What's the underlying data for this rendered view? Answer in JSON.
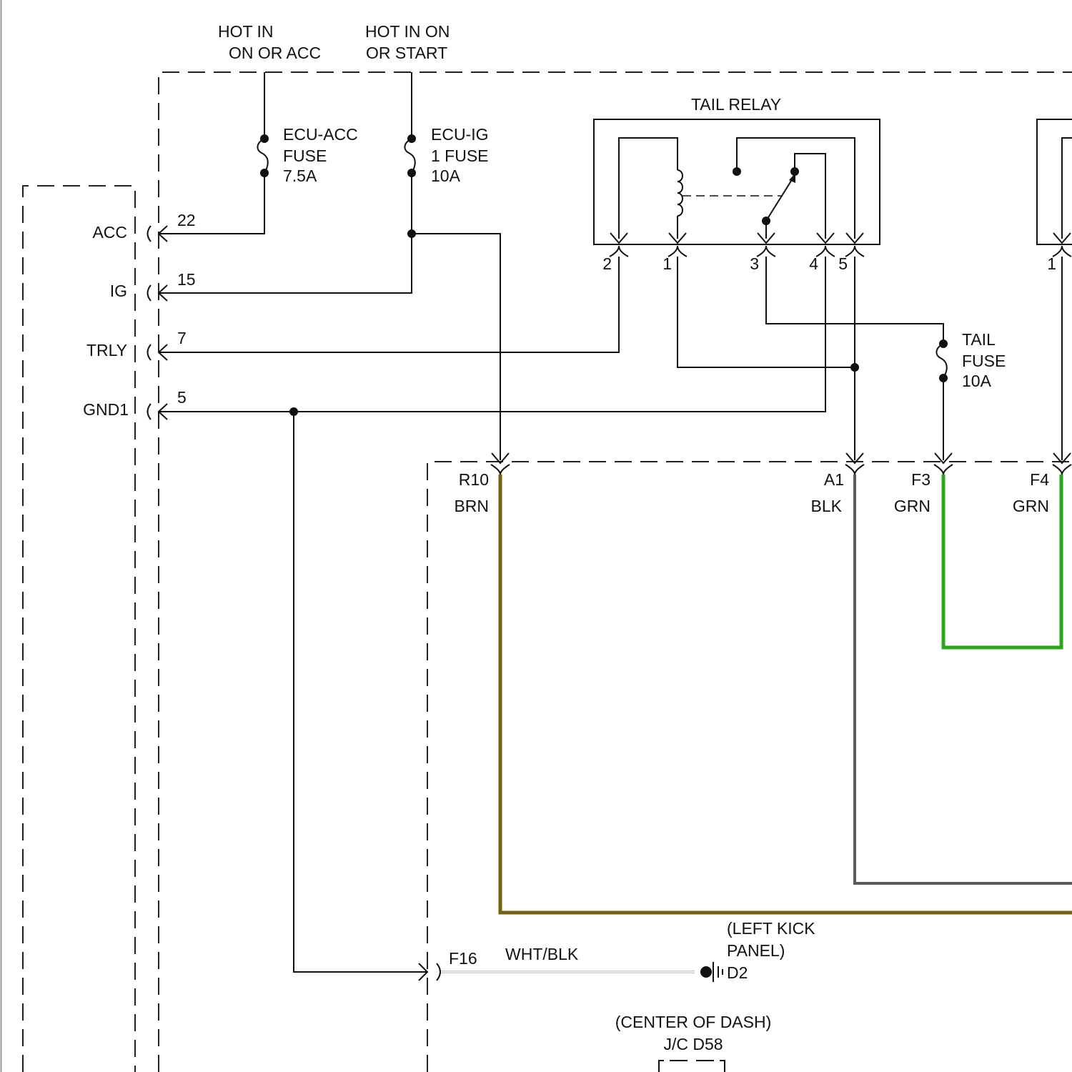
{
  "sources": {
    "acc_line1": "HOT IN",
    "acc_line2": "ON OR ACC",
    "ig_line1": "HOT IN ON",
    "ig_line2": "OR START"
  },
  "fuses": {
    "ecu_acc": {
      "line1": "ECU-ACC",
      "line2": "FUSE",
      "line3": "7.5A"
    },
    "ecu_ig": {
      "line1": "ECU-IG",
      "line2": "1 FUSE",
      "line3": "10A"
    },
    "tail": {
      "line1": "TAIL",
      "line2": "FUSE",
      "line3": "10A"
    }
  },
  "relay": {
    "title": "TAIL RELAY",
    "pins": [
      "2",
      "1",
      "3",
      "4",
      "5"
    ],
    "second_relay_pin": "1"
  },
  "ecu_terminals": [
    {
      "name": "ACC",
      "pin": "22"
    },
    {
      "name": "IG",
      "pin": "15"
    },
    {
      "name": "TRLY",
      "pin": "7"
    },
    {
      "name": "GND1",
      "pin": "5"
    }
  ],
  "junction_connectors": [
    {
      "id": "R10",
      "color": "BRN"
    },
    {
      "id": "A1",
      "color": "BLK"
    },
    {
      "id": "F3",
      "color": "GRN"
    },
    {
      "id": "F4",
      "color": "GRN"
    }
  ],
  "wire_colors": {
    "brn": "#76620e",
    "blk": "#5b5b5b",
    "grn": "#2ba61d",
    "wht_blk": "#c9c9c9"
  },
  "ground": {
    "connector": "F16",
    "wire": "WHT/BLK",
    "location_line1": "(LEFT KICK",
    "location_line2": "PANEL)",
    "point": "D2"
  },
  "junction_block": {
    "location": "(CENTER OF DASH)",
    "name": "J/C D58"
  }
}
